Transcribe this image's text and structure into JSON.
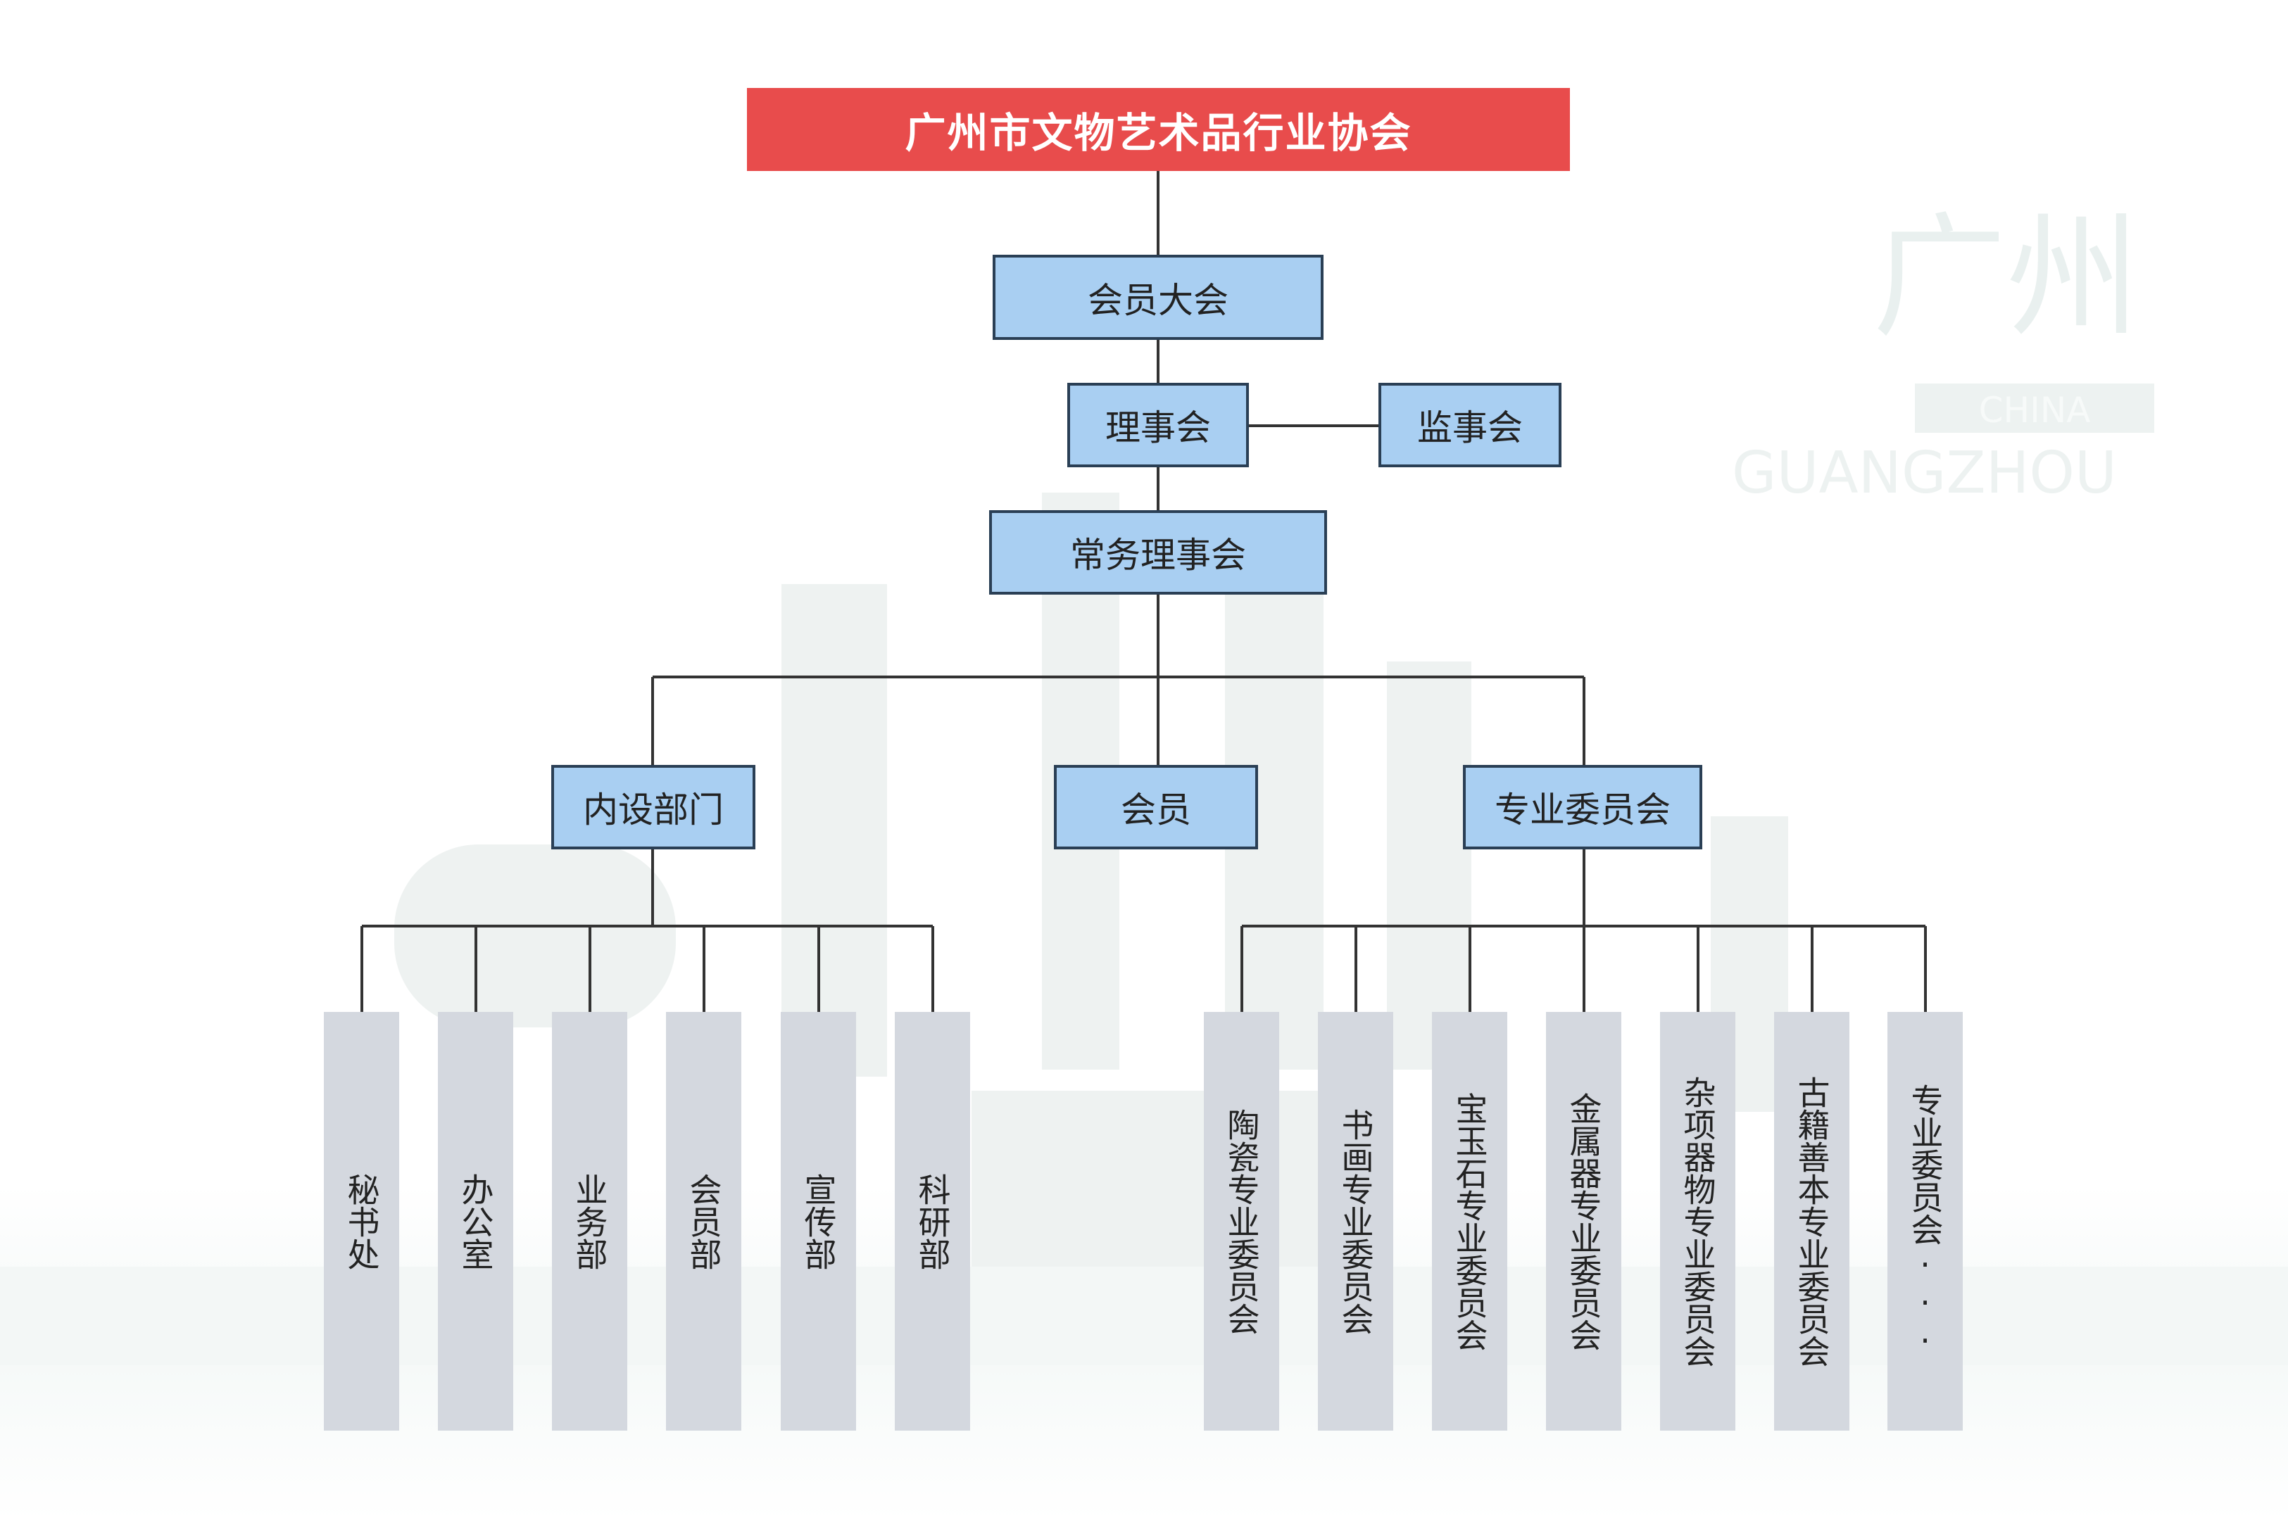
{
  "title": "广州市文物艺术品行业协会",
  "watermark": {
    "city_text": "广州",
    "country_text": "CHINA",
    "city_en_text": "GUANGZHOU"
  },
  "nodes": {
    "general_assembly": "会员大会",
    "council": "理事会",
    "supervisory_board": "监事会",
    "standing_council": "常务理事会",
    "internal_departments": "内设部门",
    "members": "会员",
    "special_committees": "专业委员会"
  },
  "departments": [
    "秘书处",
    "办公室",
    "业务部",
    "会员部",
    "宣传部",
    "科研部"
  ],
  "committees": [
    "陶瓷专业委员会",
    "书画专业委员会",
    "宝玉石专业委员会",
    "金属器专业委员会",
    "杂项器物专业委员会",
    "古籍善本专业委员会",
    "专业委员会···"
  ],
  "colors": {
    "title_bg": "#e84c4c",
    "node_bg": "#a9cff2",
    "node_border": "#2a3f55",
    "leaf_bg": "#d4d8df",
    "line": "#333333"
  }
}
